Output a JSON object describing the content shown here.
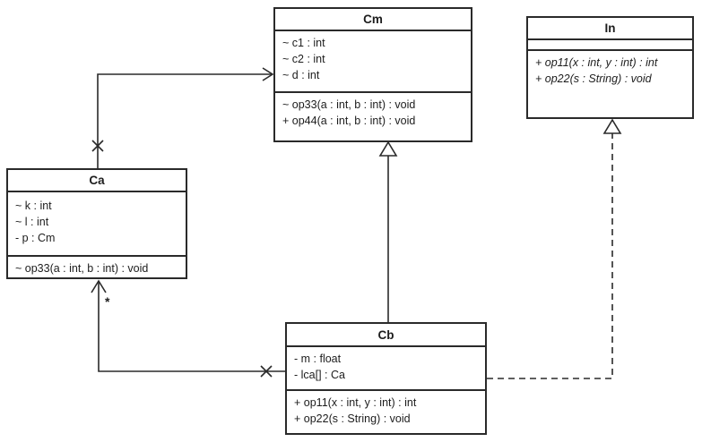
{
  "diagram": {
    "type": "uml-class-diagram",
    "background": "#ffffff",
    "line_color": "#2a2a2a",
    "classes": {
      "cm": {
        "name": "Cm",
        "attributes": [
          "~ c1 : int",
          "~ c2 : int",
          "~ d : int"
        ],
        "operations": [
          "~ op33(a : int, b : int) : void",
          "+ op44(a : int, b : int) : void"
        ]
      },
      "in": {
        "name": "In",
        "attributes": [],
        "operations": [
          "+ op11(x : int, y : int) : int",
          "+ op22(s : String) : void"
        ],
        "operations_style": "italic"
      },
      "ca": {
        "name": "Ca",
        "attributes": [
          "~ k : int",
          "~ l : int",
          "- p : Cm"
        ],
        "operations": [
          "~ op33(a : int, b : int) : void"
        ]
      },
      "cb": {
        "name": "Cb",
        "attributes": [
          "- m : float",
          "- lca[] : Ca"
        ],
        "operations": [
          "+ op11(x : int, y : int) : int",
          "+ op22(s : String) : void"
        ]
      }
    },
    "relations": {
      "ca_to_cm": {
        "type": "association",
        "from": "Ca",
        "to": "Cm",
        "source_marker": "x-non-navigable",
        "target_marker": "open-arrow"
      },
      "cb_to_cm": {
        "type": "generalization",
        "from": "Cb",
        "to": "Cm",
        "target_marker": "hollow-triangle"
      },
      "cb_to_in": {
        "type": "realization",
        "from": "Cb",
        "to": "In",
        "line_style": "dashed",
        "target_marker": "hollow-triangle"
      },
      "cb_to_ca": {
        "type": "association",
        "from": "Cb",
        "to": "Ca",
        "source_marker": "x-non-navigable",
        "target_marker": "open-arrow",
        "multiplicity": "*"
      }
    }
  }
}
